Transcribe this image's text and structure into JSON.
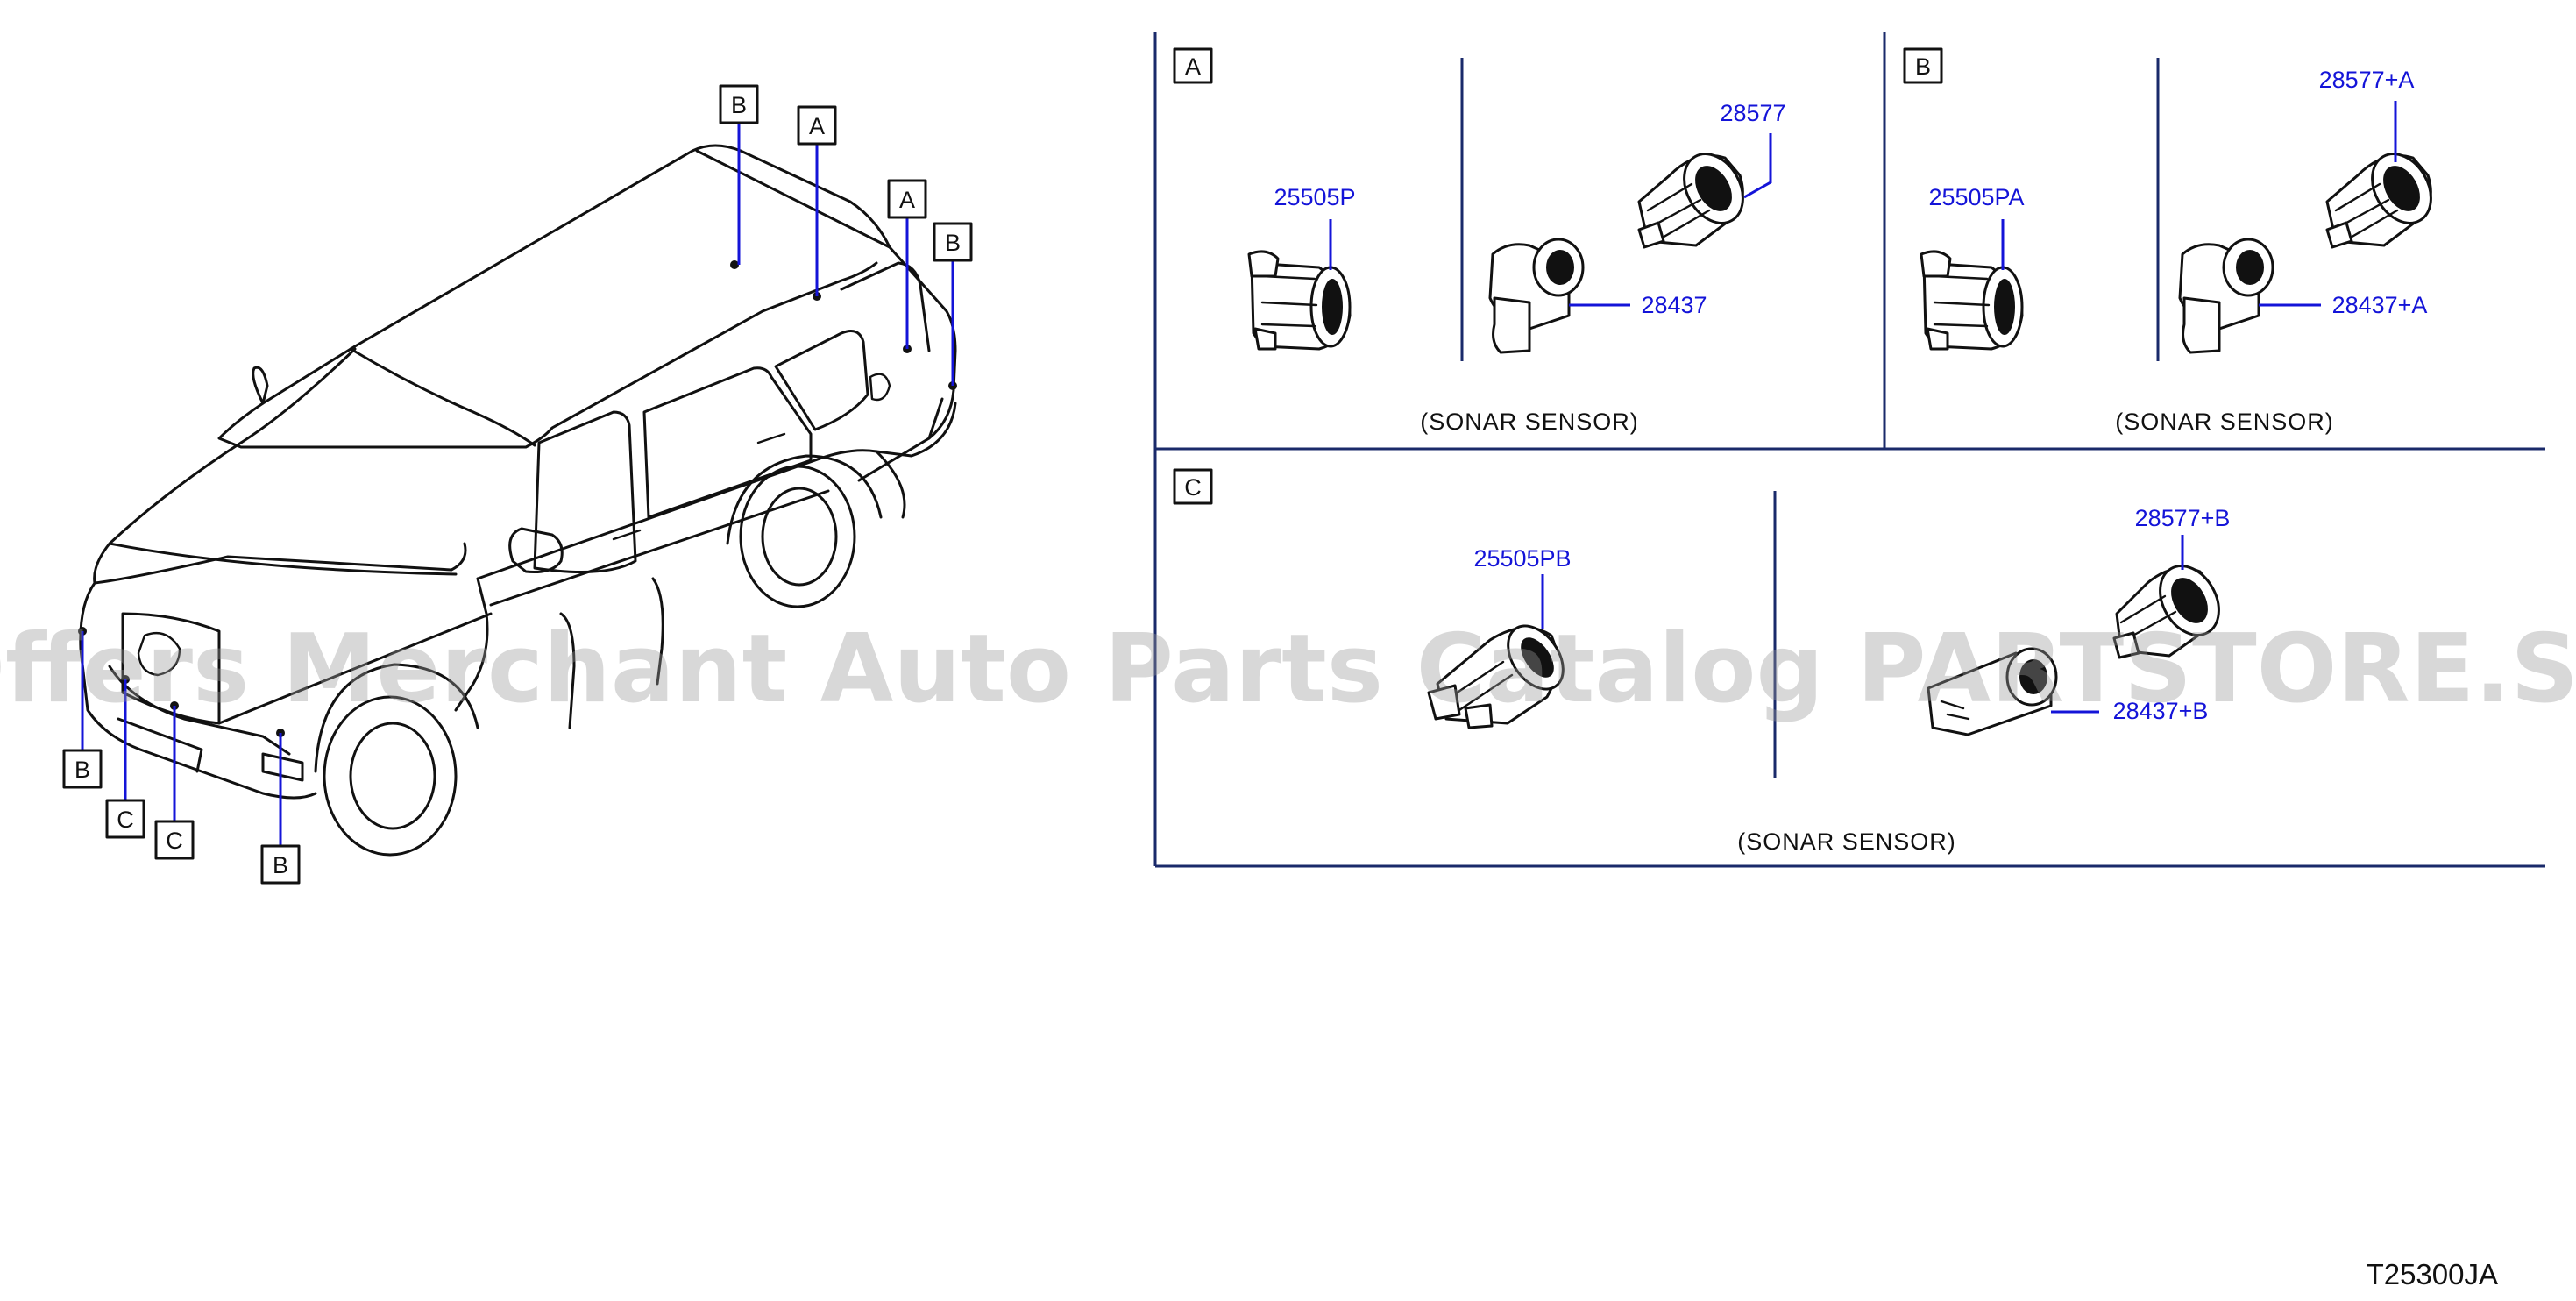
{
  "callout_boxes": {
    "A": "A",
    "B": "B",
    "C": "C"
  },
  "panels": {
    "A": {
      "letter": "A",
      "part_left": "25505P",
      "part_top_right": "28577",
      "part_bottom_right": "28437",
      "caption": "(SONAR   SENSOR)"
    },
    "B": {
      "letter": "B",
      "part_left": "25505PA",
      "part_top_right": "28577+A",
      "part_bottom_right": "28437+A",
      "caption": "(SONAR   SENSOR)"
    },
    "C": {
      "letter": "C",
      "part_left": "25505PB",
      "part_top_right": "28577+B",
      "part_bottom_right": "28437+B",
      "caption": "(SONAR   SENSOR)"
    }
  },
  "watermark": "Offers Merchant Auto Parts Catalog PARTSTORE.SA",
  "diagram_code": "T25300JA",
  "colors": {
    "part_number": "#1414d8",
    "line": "#111111",
    "frame": "#1a2a6a"
  }
}
